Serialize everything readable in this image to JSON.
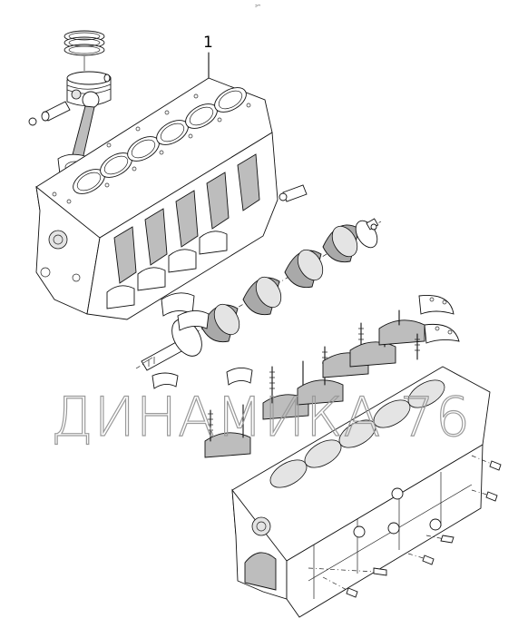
{
  "top_mark": "ᵓᵔ",
  "callout": {
    "number": "1"
  },
  "watermark": {
    "text": "ДИНАМИКА 76"
  },
  "icons": [
    "piston-icon",
    "connecting-rod-icon",
    "cylinder-block-icon",
    "crankshaft-icon",
    "bearing-cap-icon",
    "lower-block-icon"
  ]
}
